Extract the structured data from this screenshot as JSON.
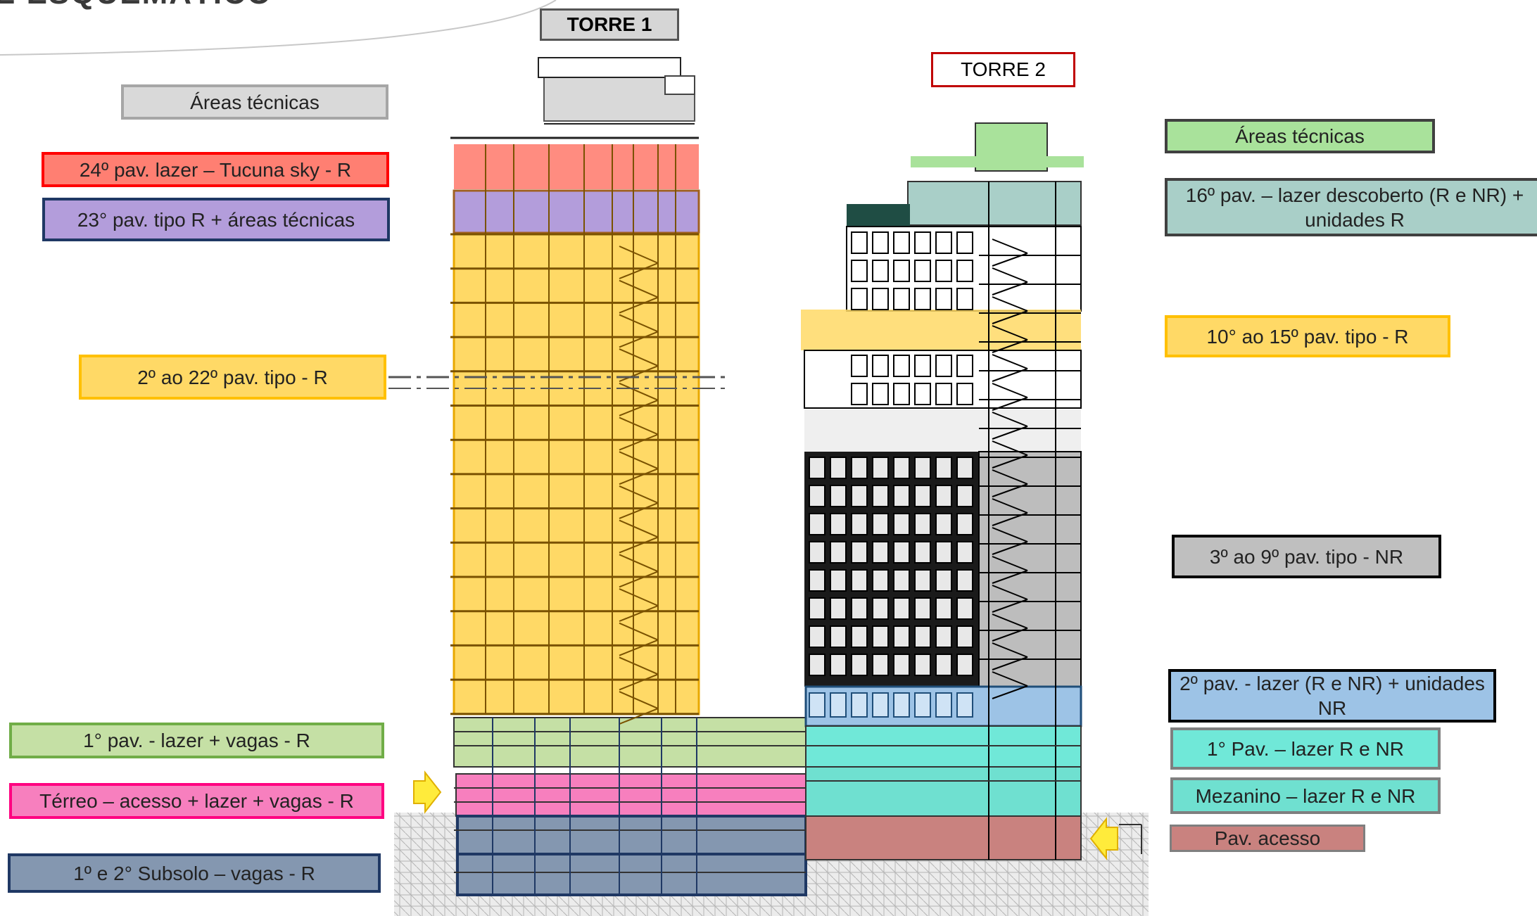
{
  "header": {
    "title_fragment": "E ESQUEMÁTICO"
  },
  "towers": [
    {
      "name": "TORRE 1",
      "border": "#555555",
      "fill": "#d6d6d6",
      "bold": true
    },
    {
      "name": "TORRE 2",
      "border": "#c00000",
      "fill": "#ffffff",
      "bold": false
    }
  ],
  "colors": {
    "tecnica_t1": "#d9d9d9",
    "lazer_sky": "#ff7f72",
    "tipo_23": "#b39ddb",
    "tipo_r": "#ffd966",
    "lazer_vagas": "#c5e0a5",
    "terreo": "#f77fbe",
    "subsolo": "#8497b0",
    "tecnica_t2": "#a9e29b",
    "lazer_descoberto": "#a9cfc8",
    "tipo_nr": "#bfbfbf",
    "lazer_2pav": "#9dc3e6",
    "lazer_1pav": "#70e8d8",
    "mezanino": "#6fe0d0",
    "acesso": "#c9827f",
    "arrow": "#ffeb3b"
  },
  "labels_left": [
    {
      "id": "t1-areas-tecnicas",
      "text": "Áreas técnicas",
      "bg": "#d9d9d9",
      "border": "#a6a6a6"
    },
    {
      "id": "t1-24-pav",
      "text": "24º pav. lazer – Tucuna sky - R",
      "bg": "#ff7f72",
      "border": "#ff0000"
    },
    {
      "id": "t1-23-pav",
      "text": "23° pav. tipo R + áreas técnicas",
      "bg": "#b39ddb",
      "border": "#1f3864"
    },
    {
      "id": "t1-2-22-pav",
      "text": "2º ao 22º pav. tipo - R",
      "bg": "#ffd966",
      "border": "#ffc000"
    },
    {
      "id": "t1-1-pav",
      "text": "1° pav. - lazer + vagas - R",
      "bg": "#c5e0a5",
      "border": "#70ad47"
    },
    {
      "id": "t1-terreo",
      "text": "Térreo – acesso + lazer + vagas - R",
      "bg": "#f77fbe",
      "border": "#ff0080"
    },
    {
      "id": "t1-subsolo",
      "text": "1º e 2° Subsolo – vagas - R",
      "bg": "#8497b0",
      "border": "#1f3864"
    }
  ],
  "labels_right": [
    {
      "id": "t2-areas-tecnicas",
      "text": "Áreas técnicas",
      "bg": "#a9e29b",
      "border": "#404040"
    },
    {
      "id": "t2-16-pav",
      "text": "16º pav. – lazer descoberto (R e NR) + unidades R",
      "bg": "#a9cfc8",
      "border": "#404040"
    },
    {
      "id": "t2-10-15-pav",
      "text": "10° ao 15º pav. tipo - R",
      "bg": "#ffd966",
      "border": "#ffc000"
    },
    {
      "id": "t2-3-9-pav",
      "text": "3º ao 9º pav. tipo - NR",
      "bg": "#bfbfbf",
      "border": "#000000"
    },
    {
      "id": "t2-2-pav",
      "text": "2º pav. -  lazer (R e NR) + unidades NR",
      "bg": "#9dc3e6",
      "border": "#000000"
    },
    {
      "id": "t2-1-pav",
      "text": "1° Pav. – lazer R e NR",
      "bg": "#70e8d8",
      "border": "#7f7f7f"
    },
    {
      "id": "t2-mezanino",
      "text": "Mezanino – lazer R e NR",
      "bg": "#6fe0d0",
      "border": "#7f7f7f"
    },
    {
      "id": "t2-acesso",
      "text": "Pav. acesso",
      "bg": "#c9827f",
      "border": "#7f7f7f"
    }
  ]
}
